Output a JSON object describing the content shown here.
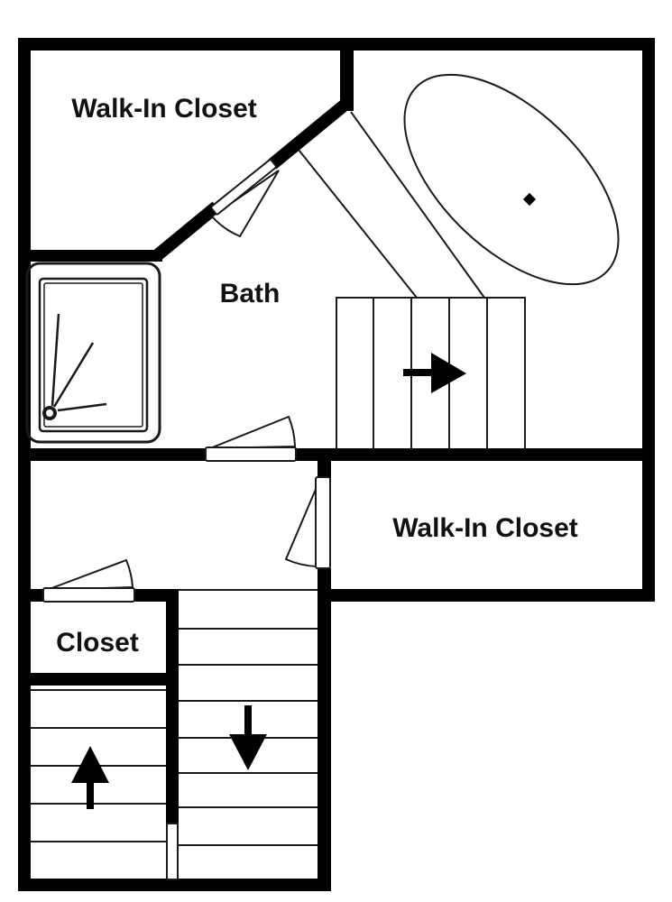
{
  "colors": {
    "wall": "#000000",
    "line": "#1a1a1a",
    "background": "#ffffff",
    "label": "#111111"
  },
  "labels": {
    "walk_in_closet_top": "Walk-In Closet",
    "bath": "Bath",
    "walk_in_closet_right": "Walk-In Closet",
    "closet": "Closet"
  },
  "stairs": {
    "upper": {
      "arrow": "right-arrow",
      "treads": 5
    },
    "lower_left": {
      "arrow": "up-arrow",
      "treads": 5
    },
    "lower_right": {
      "arrow": "down-arrow",
      "treads": 8
    }
  },
  "fixtures": {
    "bathtub": "oval tub with drain dot",
    "shower": "corner shower pan with drain and spray lines"
  },
  "door_count": 4
}
